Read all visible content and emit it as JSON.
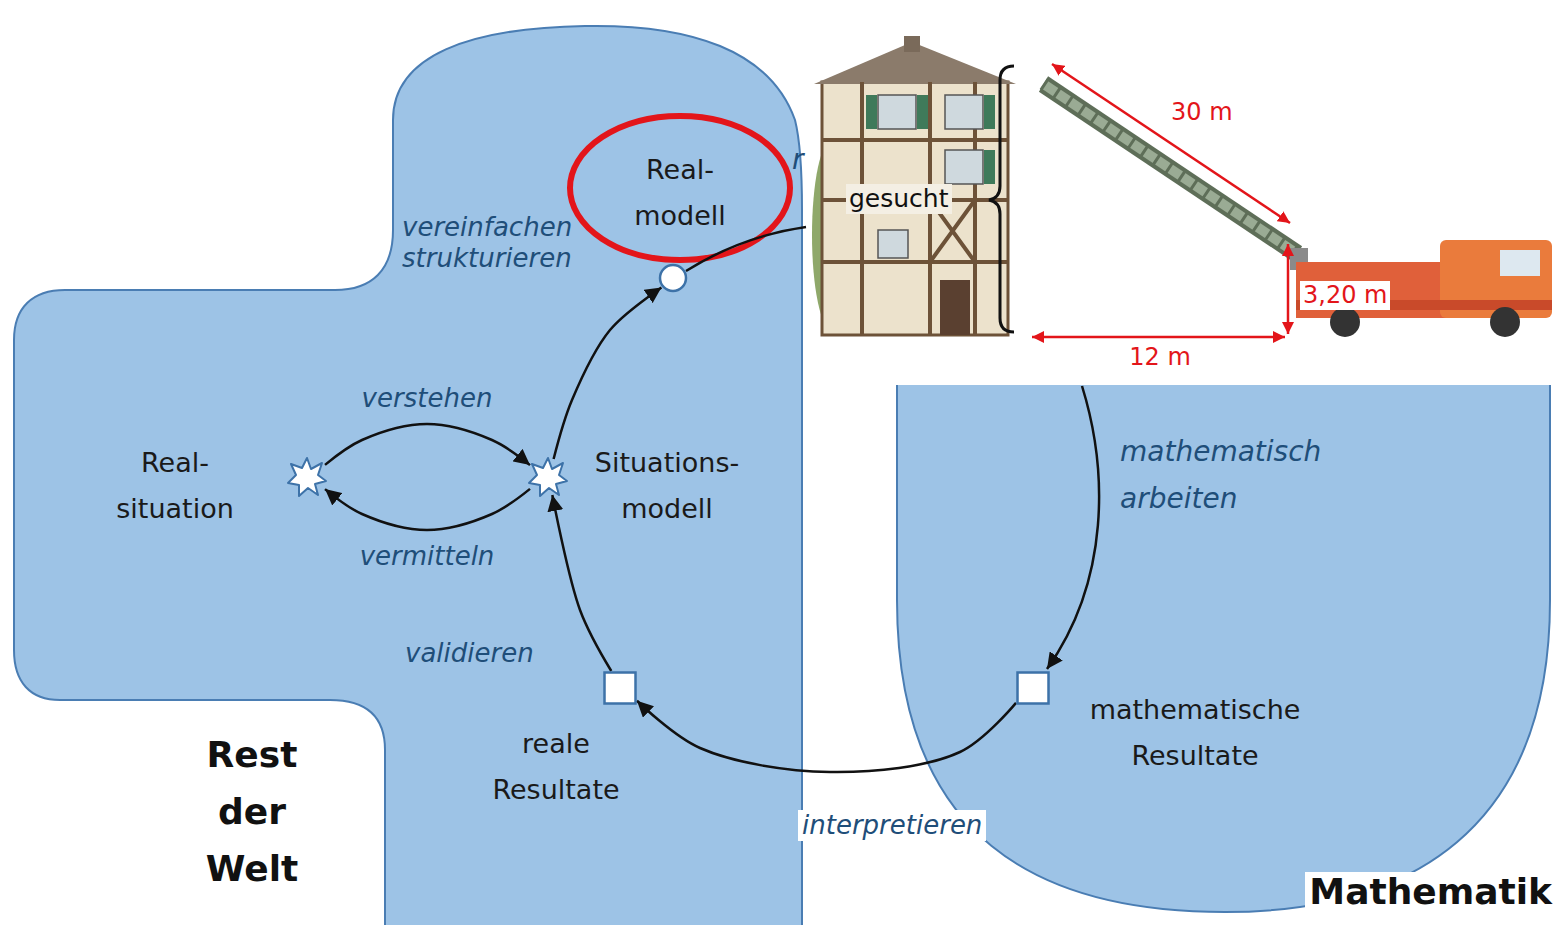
{
  "diagram": {
    "nodes": [
      {
        "text": [
          "Rest der Welt"
        ]
      },
      {
        "text": [
          "Real- situation"
        ],
        "in": 0
      },
      {
        "text": [
          "Situations- modell"
        ],
        "in": 0
      },
      {
        "text": [
          "Real- modell"
        ],
        "in": 0
      },
      {
        "text": [
          "reale Resultate"
        ],
        "in": 0
      },
      {
        "text": [
          "Mathematik"
        ]
      },
      {
        "text": [
          "mathematische Resultate"
        ],
        "in": 5
      }
    ],
    "edges": [
      {
        "from": 1,
        "to": 2,
        "label": "verstehen",
        "arrow": "to"
      },
      {
        "from": 2,
        "to": 1,
        "label": "vermitteln",
        "arrow": "to"
      },
      {
        "from": 2,
        "to": 3,
        "label": "vereinfachen strukturieren",
        "arrow": "to"
      },
      {
        "from": 6,
        "to": 4,
        "label": "interpretieren",
        "arrow": "to"
      },
      {
        "from": 4,
        "to": 2,
        "label": "validieren",
        "arrow": "to"
      }
    ],
    "labels": [
      "r",
      "mathematisch arbeiten",
      "gesucht",
      "30 m",
      "3,20 m",
      "12 m"
    ]
  }
}
